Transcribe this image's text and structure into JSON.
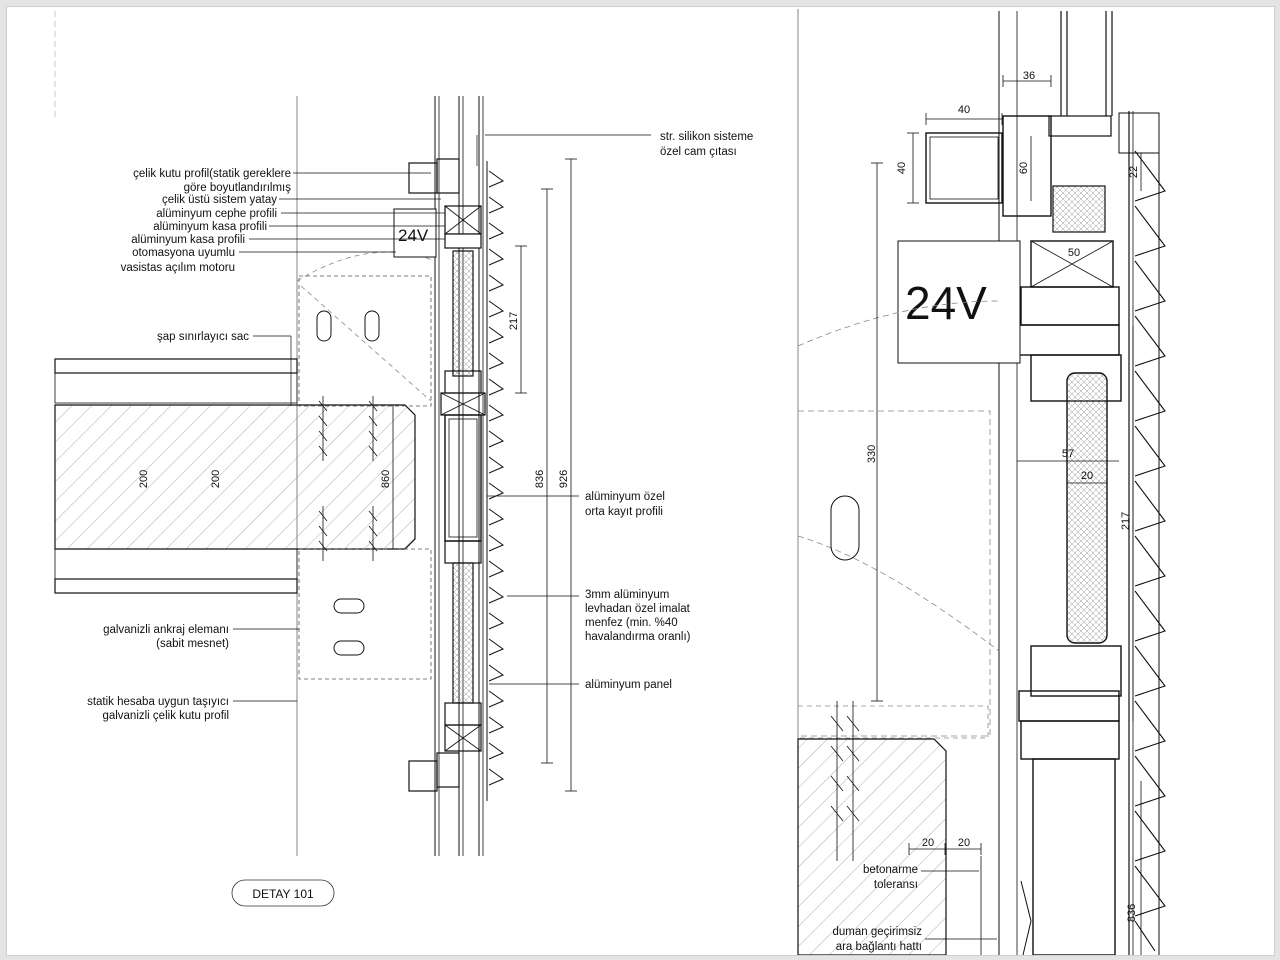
{
  "detail": {
    "title": "DETAY 101",
    "motor_voltage": "24V"
  },
  "left_labels": {
    "celik_kutu_1": "çelik kutu profil(statik gereklere",
    "celik_kutu_2": "göre boyutlandırılmış",
    "celik_ustu": "çelik üstü sistem yatay",
    "aluminyum_cephe": "alüminyum cephe profili",
    "aluminyum_kasa_1": "alüminyum kasa profili",
    "aluminyum_kasa_2": "alüminyum kasa profili",
    "otomasyon_1": "otomasyona uyumlu",
    "otomasyon_2": "vasistas açılım motoru",
    "sap": "şap sınırlayıcı sac",
    "ankraj_1": "galvanizli ankraj elemanı",
    "ankraj_2": "(sabit mesnet)",
    "statik_1": "statik hesaba uygun taşıyıcı",
    "statik_2": "galvanizli çelik kutu profil"
  },
  "right_labels": {
    "silikon_1": "str. silikon sisteme",
    "silikon_2": "özel cam çıtası",
    "orta_1": "alüminyum özel",
    "orta_2": "orta kayıt profili",
    "menfez_1": "3mm alüminyum",
    "menfez_2": "levhadan özel imalat",
    "menfez_3": "menfez (min. %40",
    "menfez_4": "havalandırma oranlı)",
    "panel": "alüminyum panel"
  },
  "detail_labels": {
    "tolerans_1": "betonarme",
    "tolerans_2": "toleransı",
    "duman_1": "duman geçirimsiz",
    "duman_2": "ara bağlantı hattı"
  },
  "left_dimensions": {
    "slab_a": "200",
    "slab_b": "200",
    "d860": "860",
    "d217": "217",
    "d836": "836",
    "d926": "926"
  },
  "right_dimensions": {
    "d36": "36",
    "d40_top": "40",
    "d40_side": "40",
    "d60": "60",
    "d22": "22",
    "d50": "50",
    "d330": "330",
    "d57": "57",
    "d20_pane": "20",
    "d217": "217",
    "d20_a": "20",
    "d20_b": "20",
    "d836": "836"
  }
}
